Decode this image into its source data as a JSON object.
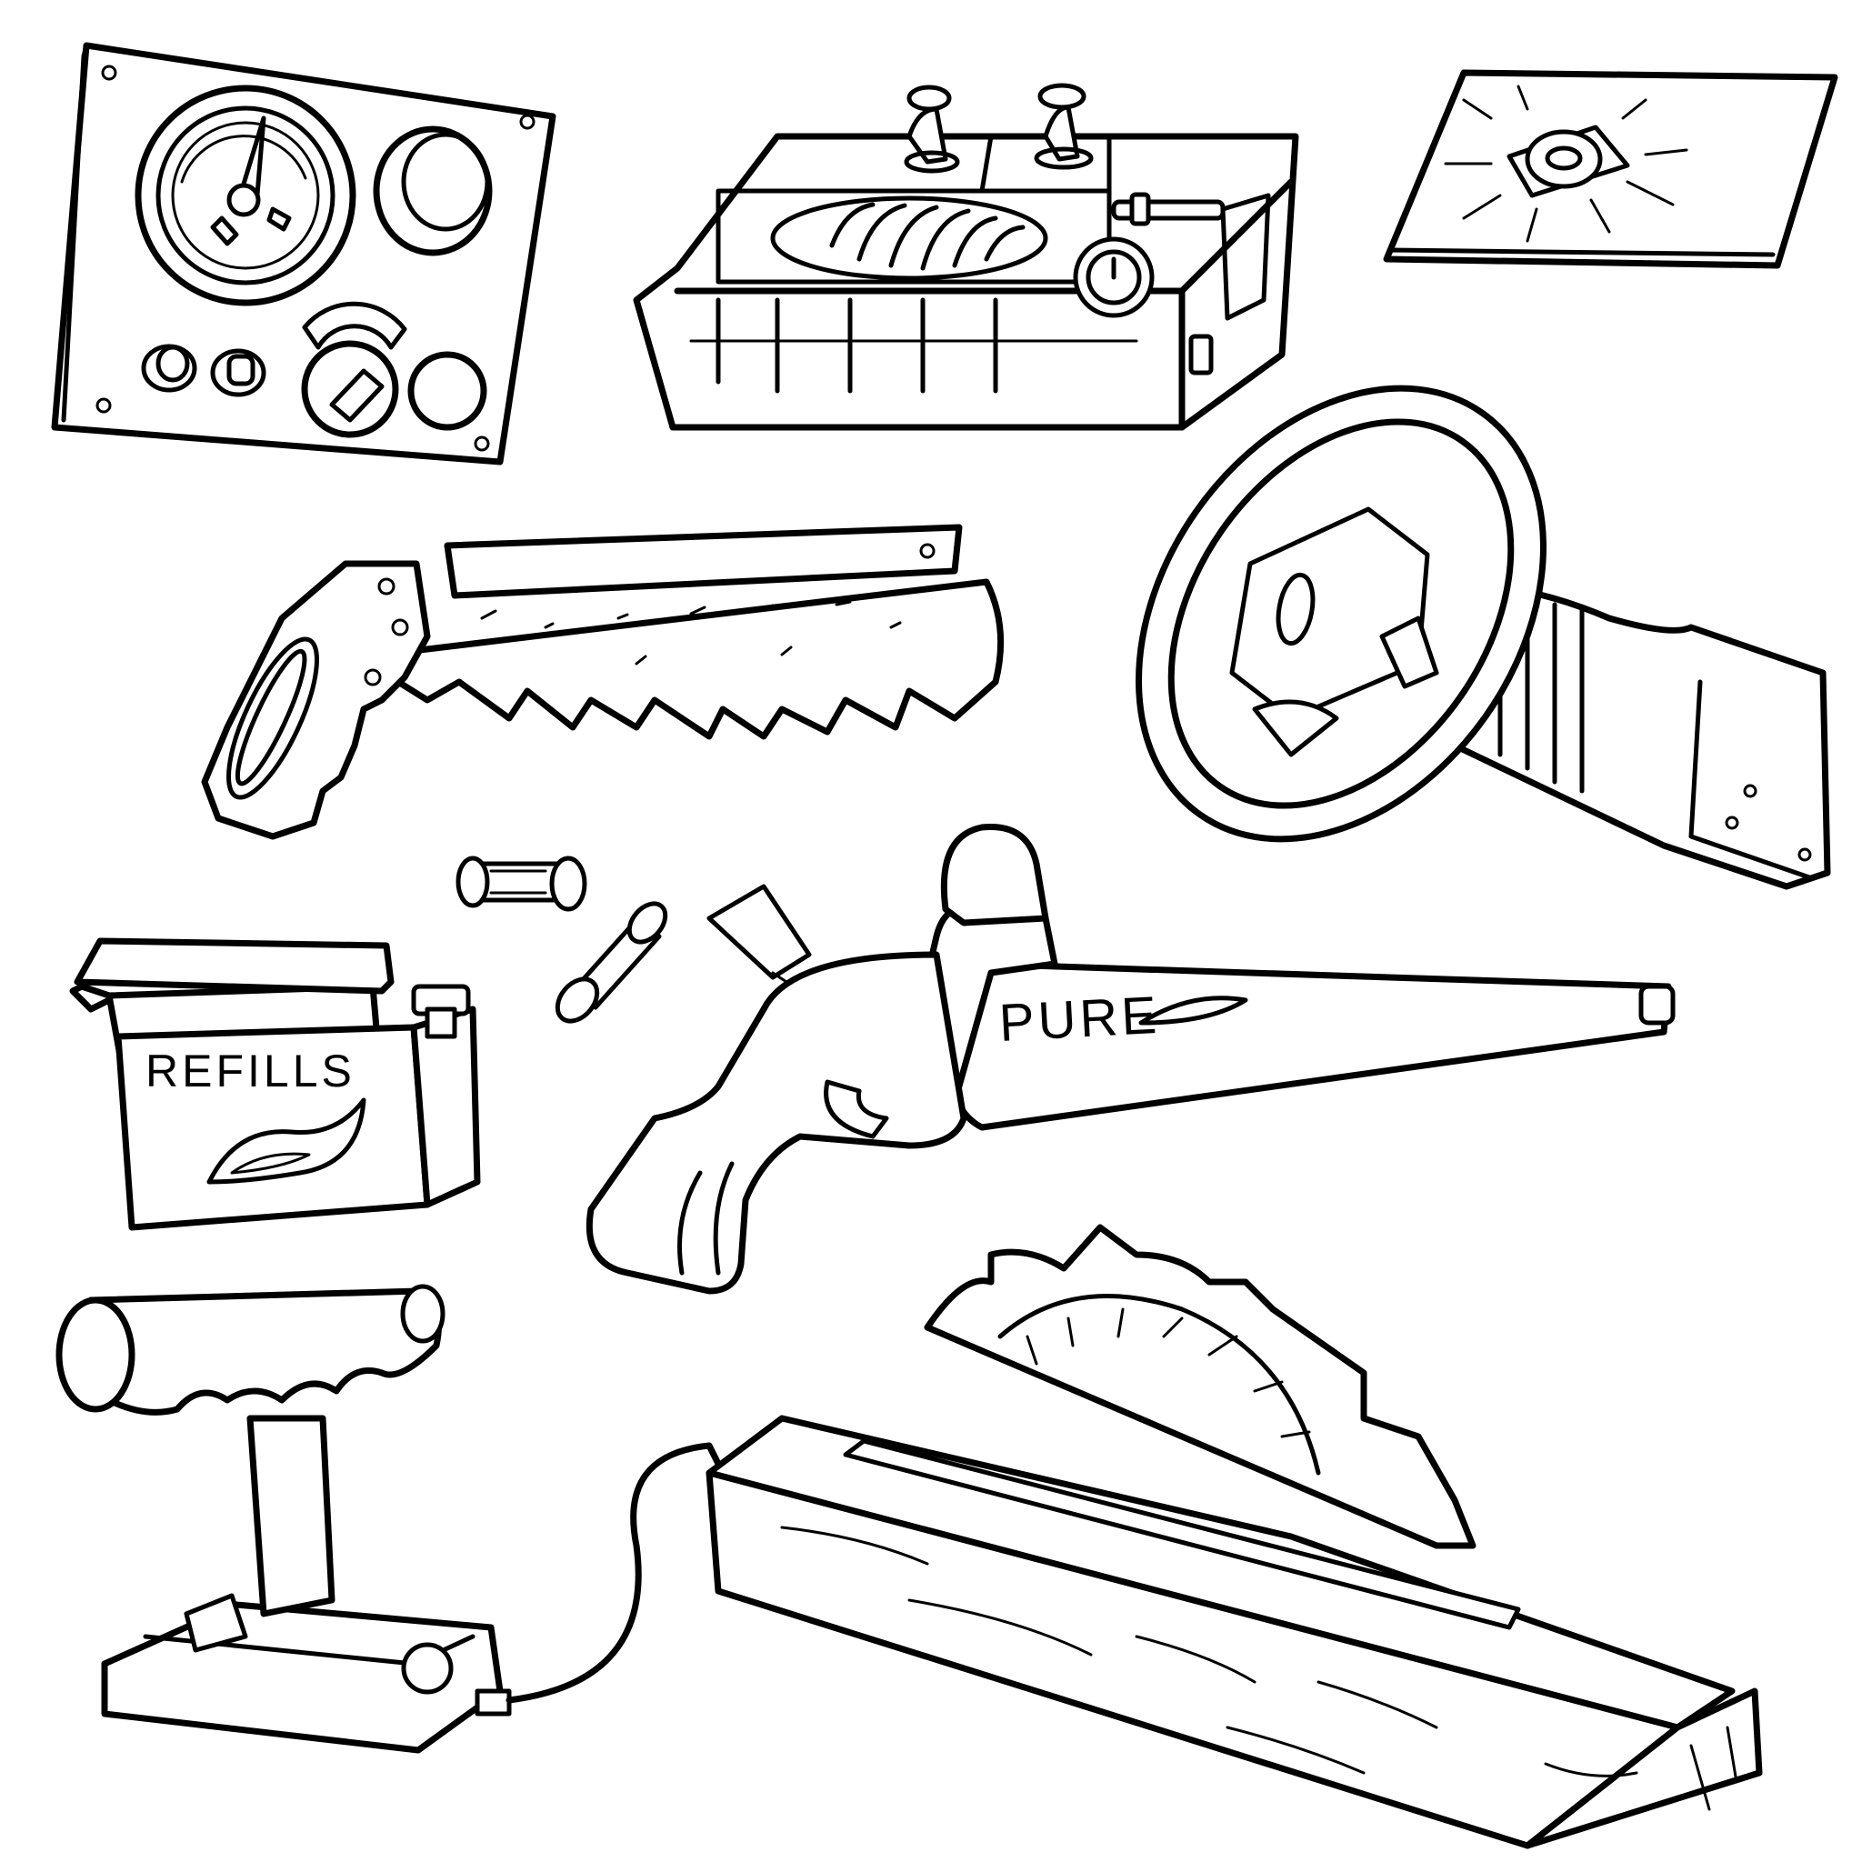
{
  "sheet": {
    "background": "#ffffff",
    "ink": "#000000"
  },
  "items": [
    {
      "name": "control-panel",
      "icon": "gauge-panel"
    },
    {
      "name": "joystick-console",
      "icon": "console"
    },
    {
      "name": "floor-plate",
      "icon": "plate"
    },
    {
      "name": "hand-saw",
      "icon": "saw"
    },
    {
      "name": "steering-wheel-hose",
      "icon": "wheel"
    },
    {
      "name": "refill-box",
      "icon": "box",
      "label": "REFILLS"
    },
    {
      "name": "refill-vials",
      "icon": "vial"
    },
    {
      "name": "pure-saw-gun",
      "icon": "gun",
      "label": "PURE"
    },
    {
      "name": "lever-switch",
      "icon": "lever"
    },
    {
      "name": "table-saw",
      "icon": "table-saw"
    }
  ]
}
